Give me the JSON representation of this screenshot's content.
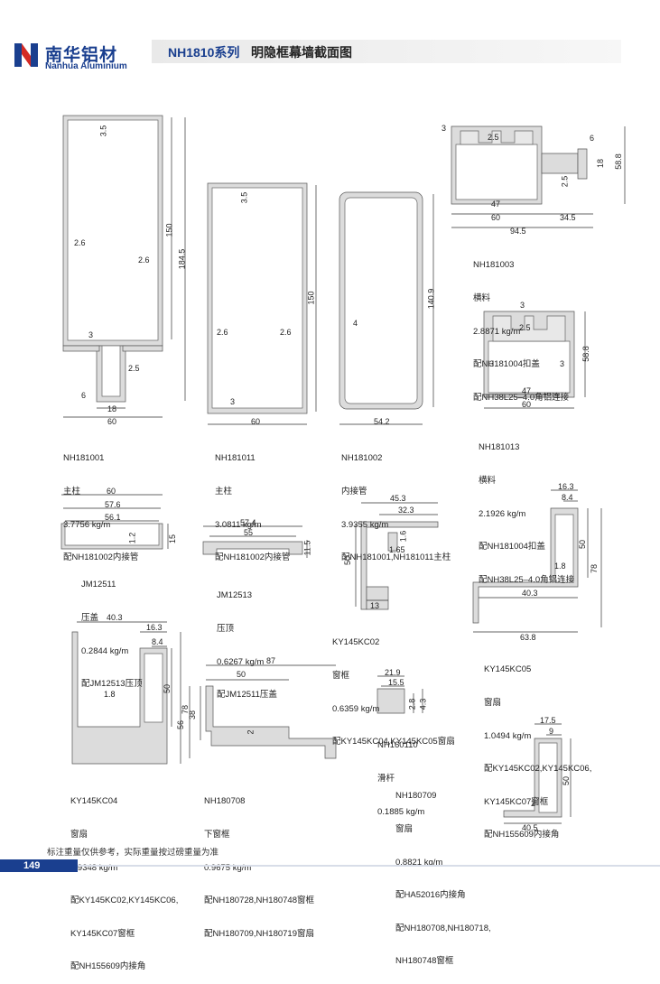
{
  "header": {
    "brand_cn": "南华铝材",
    "brand_en": "Nanhua Aluminium",
    "series": "NH1810系列",
    "title": "明隐框幕墙截面图"
  },
  "profiles": {
    "nh181001": {
      "code": "NH181001",
      "name": "主柱",
      "weight": "3.7756 kg/m",
      "note": "配NH181002内接管",
      "dims": {
        "d1": "3.5",
        "d2": "150",
        "d3": "184.5",
        "d4": "2.6",
        "d5": "2.6",
        "d6": "3",
        "d7": "2.5",
        "d8": "6",
        "d9": "18",
        "d10": "60"
      }
    },
    "nh181011": {
      "code": "NH181011",
      "name": "主柱",
      "weight": "3.0811 kg/m",
      "note": "配NH181002内接管",
      "dims": {
        "d1": "3.5",
        "d2": "150",
        "d3": "2.6",
        "d4": "2.6",
        "d5": "3",
        "d6": "60"
      }
    },
    "nh181002": {
      "code": "NH181002",
      "name": "内接管",
      "weight": "3.9355 kg/m",
      "note": "配NH181001,NH181011主柱",
      "dims": {
        "d1": "4",
        "d2": "140.9",
        "d3": "54.2"
      }
    },
    "nh181003": {
      "code": "NH181003",
      "name": "横料",
      "weight": "2.8871 kg/m",
      "note": "配NH181004扣盖",
      "note2": "配NH38L25–4.0角铝连接",
      "dims": {
        "d1": "3",
        "d2": "2.5",
        "d3": "6",
        "d4": "18",
        "d5": "58.8",
        "d6": "2.5",
        "d7": "47",
        "d8": "60",
        "d9": "34.5",
        "d10": "94.5"
      }
    },
    "nh181013": {
      "code": "NH181013",
      "name": "横料",
      "weight": "2.1926 kg/m",
      "note": "配NH181004扣盖",
      "note2": "配NH38L25–4.0角铝连接",
      "dims": {
        "d1": "3",
        "d2": "2.5",
        "d3": "3",
        "d4": "3",
        "d5": "58.8",
        "d6": "47",
        "d7": "60"
      }
    },
    "jm12511": {
      "code": "JM12511",
      "name": "压盖",
      "weight": "0.2844 kg/m",
      "note": "配JM12513压顶",
      "dims": {
        "d1": "60",
        "d2": "57.6",
        "d3": "56.1",
        "d4": "1.2",
        "d5": "15"
      }
    },
    "jm12513": {
      "code": "JM12513",
      "name": "压顶",
      "weight": "0.6267 kg/m",
      "note": "配JM12511压盖",
      "dims": {
        "d1": "57.4",
        "d2": "55",
        "d3": "11.5"
      }
    },
    "ky145kc02": {
      "code": "KY145KC02",
      "name": "窗框",
      "weight": "0.6359 kg/m",
      "note": "配KY145KC04,KY145KC05窗扇",
      "dims": {
        "d1": "45.3",
        "d2": "32.3",
        "d3": "1.6",
        "d4": "1.65",
        "d5": "50",
        "d6": "13"
      }
    },
    "ky145kc05": {
      "code": "KY145KC05",
      "name": "窗扇",
      "weight": "1.0494 kg/m",
      "note": "配KY145KC02,KY145KC06,",
      "note2": "KY145KC07窗框",
      "note3": "配NH155609内接角",
      "dims": {
        "d1": "16.3",
        "d2": "8.4",
        "d3": "50",
        "d4": "78",
        "d5": "1.8",
        "d6": "40.3",
        "d7": "63.8"
      }
    },
    "ky145kc04": {
      "code": "KY145KC04",
      "name": "窗扇",
      "weight": "0.9348 kg/m",
      "note": "配KY145KC02,KY145KC06,",
      "note2": "KY145KC07窗框",
      "note3": "配NH155609内接角",
      "dims": {
        "d1": "40.3",
        "d2": "16.3",
        "d3": "8.4",
        "d4": "1.8",
        "d5": "50",
        "d6": "78"
      }
    },
    "nh180708": {
      "code": "NH180708",
      "name": "下窗框",
      "weight": "0.9675 kg/m",
      "note": "配NH180728,NH180748窗框",
      "note2": "配NH180709,NH180719窗扇",
      "dims": {
        "d1": "87",
        "d2": "50",
        "d3": "38",
        "d4": "56",
        "d5": "2"
      }
    },
    "nh160110": {
      "code": "NH160110",
      "name": "滑杆",
      "weight": "0.1885 kg/m",
      "dims": {
        "d1": "21.9",
        "d2": "15.5",
        "d3": "2.8",
        "d4": "4.3"
      }
    },
    "nh180709": {
      "code": "NH180709",
      "name": "窗扇",
      "weight": "0.8821 kg/m",
      "note": "配HA52016内接角",
      "note2": "配NH180708,NH180718,",
      "note3": "NH180748窗框",
      "dims": {
        "d1": "17.5",
        "d2": "9",
        "d3": "50",
        "d4": "2",
        "d5": "40.5"
      }
    }
  },
  "footer": {
    "footnote": "标注重量仅供参考，实际重量按过磅重量为准",
    "page": "149"
  },
  "colors": {
    "brand": "#1a3f8f",
    "logo_red": "#d42a25",
    "profile_fill": "#dcdcdc",
    "profile_stroke": "#555555"
  }
}
